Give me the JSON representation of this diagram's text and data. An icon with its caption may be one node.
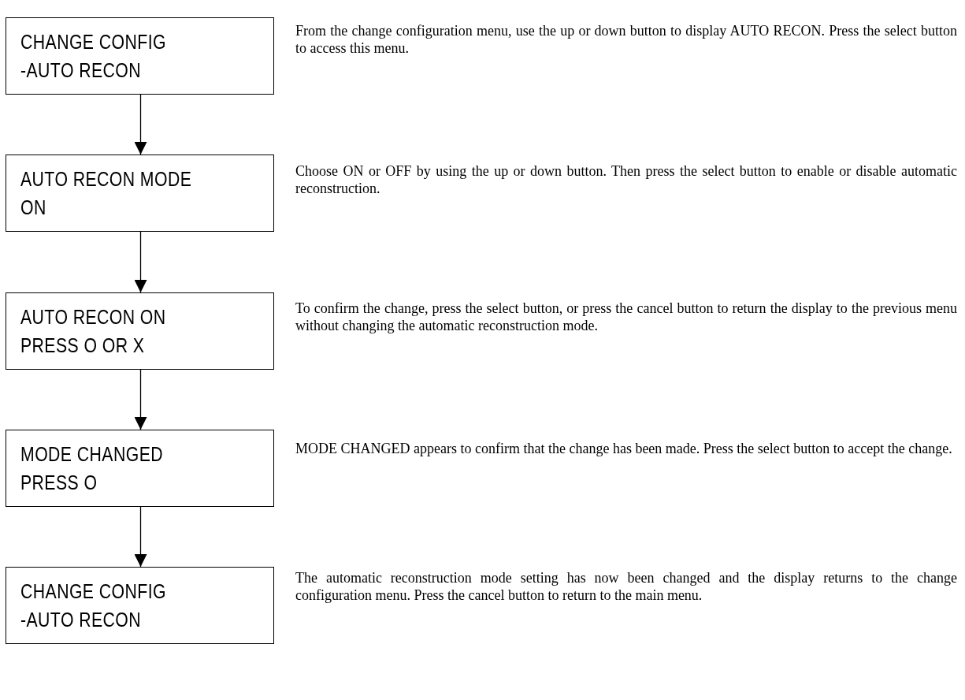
{
  "diagram": {
    "nodes": [
      {
        "text": [
          "CHANGE CONFIG",
          "-AUTO RECON"
        ],
        "beside": [
          "From the change configuration menu, use the up or down button to display AUTO RECON.  Press the select button to access this menu."
        ]
      },
      {
        "text": [
          "AUTO RECON MODE",
          "ON"
        ],
        "beside": [
          "Choose ON or OFF by using the up or down button.  Then press  the select button to enable or disable automatic reconstruction."
        ]
      },
      {
        "text": [
          "AUTO RECON ON",
          "PRESS O OR X"
        ],
        "beside": [
          "To confirm the change, press the select button, or press the cancel button to return the display to the previous menu without changing the automatic reconstruction mode."
        ]
      },
      {
        "text": [
          "MODE CHANGED",
          "PRESS O"
        ],
        "beside": [
          "MODE CHANGED appears to confirm that the change has been made.  Press the select button to accept the change."
        ]
      },
      {
        "text": [
          "CHANGE CONFIG",
          "-AUTO RECON"
        ],
        "beside": [
          "The automatic reconstruction mode setting has now been changed and the display returns to the change configuration menu.  Press the cancel button to return to the main menu."
        ]
      }
    ],
    "edges": [
      {
        "from": 0,
        "to": 1,
        "arrow": "to"
      },
      {
        "from": 1,
        "to": 2,
        "arrow": "to"
      },
      {
        "from": 2,
        "to": 3,
        "arrow": "to"
      },
      {
        "from": 3,
        "to": 4,
        "arrow": "to"
      }
    ]
  }
}
